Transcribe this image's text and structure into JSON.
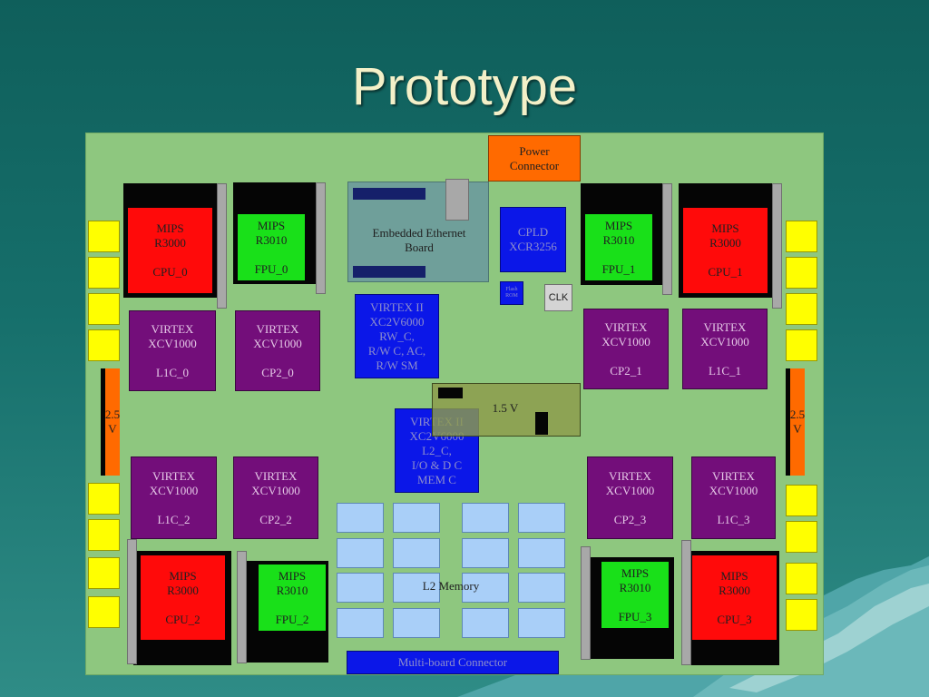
{
  "slide": {
    "title": "Prototype"
  },
  "board": {
    "power_connector": [
      "Power",
      "Connector"
    ],
    "ethernet_board": [
      "Embedded Ethernet",
      "Board"
    ],
    "cpld": [
      "CPLD",
      "XCR3256"
    ],
    "clk": "CLK",
    "small_chip": [
      "Flash",
      "ROM"
    ],
    "virtex_top": [
      "VIRTEX II",
      "XC2V6000",
      "RW_C,",
      "R/W C, AC,",
      "R/W SM"
    ],
    "virtex_center": [
      "VIRTEX II",
      "XC2V6000",
      "L2_C,",
      "I/O & D C",
      "MEM C"
    ],
    "regulator_15v": "1.5 V",
    "regulator_25v": [
      "2.5",
      "V"
    ],
    "l2_memory": "L2 Memory",
    "multiboard": "Multi-board Connector",
    "cpus": [
      {
        "line1": "MIPS",
        "line2": "R3000",
        "name": "CPU_0"
      },
      {
        "line1": "MIPS",
        "line2": "R3000",
        "name": "CPU_1"
      },
      {
        "line1": "MIPS",
        "line2": "R3000",
        "name": "CPU_2"
      },
      {
        "line1": "MIPS",
        "line2": "R3000",
        "name": "CPU_3"
      }
    ],
    "fpus": [
      {
        "line1": "MIPS",
        "line2": "R3010",
        "name": "FPU_0"
      },
      {
        "line1": "MIPS",
        "line2": "R3010",
        "name": "FPU_1"
      },
      {
        "line1": "MIPS",
        "line2": "R3010",
        "name": "FPU_2"
      },
      {
        "line1": "MIPS",
        "line2": "R3010",
        "name": "FPU_3"
      }
    ],
    "fpgas": [
      {
        "line1": "VIRTEX",
        "line2": "XCV1000",
        "name": "L1C_0"
      },
      {
        "line1": "VIRTEX",
        "line2": "XCV1000",
        "name": "CP2_0"
      },
      {
        "line1": "VIRTEX",
        "line2": "XCV1000",
        "name": "CP2_1"
      },
      {
        "line1": "VIRTEX",
        "line2": "XCV1000",
        "name": "L1C_1"
      },
      {
        "line1": "VIRTEX",
        "line2": "XCV1000",
        "name": "L1C_2"
      },
      {
        "line1": "VIRTEX",
        "line2": "XCV1000",
        "name": "CP2_2"
      },
      {
        "line1": "VIRTEX",
        "line2": "XCV1000",
        "name": "CP2_3"
      },
      {
        "line1": "VIRTEX",
        "line2": "XCV1000",
        "name": "L1C_3"
      }
    ]
  },
  "colors": {
    "background": "#166f6b",
    "board": "#8ec77f",
    "cpu": "#ff0a0a",
    "fpu": "#19e019",
    "fpga": "#730e7a",
    "virtex2": "#0b17e8",
    "memory": "#a9cff8",
    "connector": "#ff6a00",
    "pads": "#ffff00"
  }
}
